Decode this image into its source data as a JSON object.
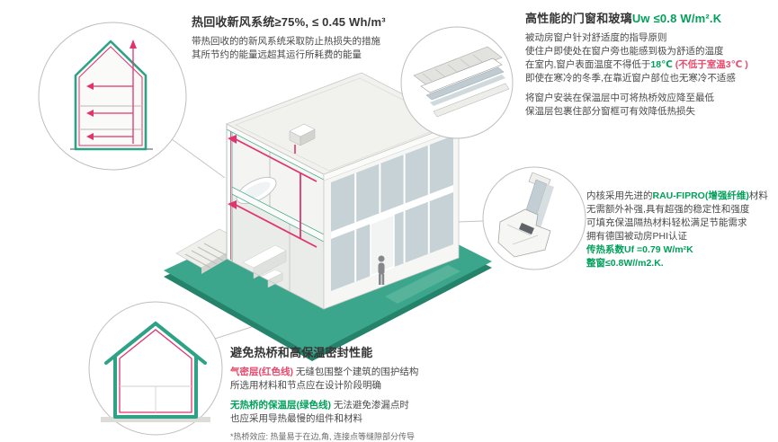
{
  "colors": {
    "teal_platform": "#3BA68C",
    "teal_accent": "#2EA287",
    "green_text": "#00A05A",
    "red_accent": "#E0346E",
    "red_text": "#E8486B",
    "dark_text": "#353535"
  },
  "ventilation": {
    "title": "热回收新风系统≥75%, ≤ 0.45 Wh/m³",
    "body1": "带热回收的的新风系统采取防止热损失的措施",
    "body2": "其所节约的能量远超其运行所耗费的能量"
  },
  "window": {
    "title_main": "高性能的门窗和玻璃",
    "title_value": "Uw ≤0.8 W/m².K",
    "p1": "被动房窗户针对舒适度的指导原则",
    "p2": "使住户即使处在窗户旁也能感到极为舒适的温度",
    "p3a": "在室内,窗户表面温度不得低于",
    "p3b": "18℃",
    "p3c": " (不低于室温3℃ )",
    "p4": "即使在寒冷的冬季,在靠近窗户部位也无寒冷不适感",
    "p5": "将窗户安装在保温层中可将热桥效应降至最低",
    "p6": "保温层包裹住部分窗框可有效降低热损失"
  },
  "profile": {
    "p1a": "内核采用先进的",
    "p1b": "RAU-FIPRO(增强纤维)",
    "p1c": "材料",
    "p2": "无需额外补强,具有超强的稳定性和强度",
    "p3": "可填充保温隔热材料轻松满足节能需求",
    "p4": "拥有德国被动房PHI认证",
    "u1": "传热系数Uf =0.79 W/m²K",
    "u2": "整窗≤0.8W//m2.K."
  },
  "insulation": {
    "title": "避免热桥和高保温密封性能",
    "p1a": "气密层(红色线)",
    "p1b": " 无缝包围整个建筑的围护结构",
    "p2": "所选用材料和节点应在设计阶段明确",
    "p3a": "无热桥的保温层(绿色线)",
    "p3b": " 无法避免渗漏点时",
    "p4": "也应采用导热最慢的组件和材料",
    "note": "*热桥效应: 热量易于在边,角, 连接点等缝隙部分传导"
  }
}
